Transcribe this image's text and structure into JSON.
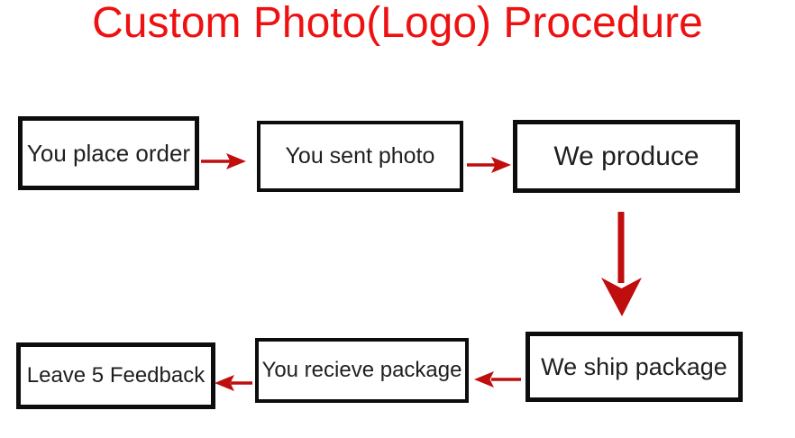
{
  "title": {
    "text": "Custom Photo(Logo) Procedure",
    "color": "#ee1111"
  },
  "colors": {
    "arrow": "#c00d0d",
    "box_border": "#0d0d0d",
    "box_text": "#1f1f1f",
    "background": "#ffffff"
  },
  "flowchart": {
    "steps": [
      {
        "id": "place-order",
        "label": "You place order"
      },
      {
        "id": "sent-photo",
        "label": "You sent photo"
      },
      {
        "id": "produce",
        "label": "We produce"
      },
      {
        "id": "ship-package",
        "label": "We ship package"
      },
      {
        "id": "recieve-package",
        "label": "You recieve package"
      },
      {
        "id": "feedback",
        "label": "Leave 5 Feedback"
      }
    ],
    "connections": [
      {
        "from": "place-order",
        "to": "sent-photo",
        "direction": "right"
      },
      {
        "from": "sent-photo",
        "to": "produce",
        "direction": "right"
      },
      {
        "from": "produce",
        "to": "ship-package",
        "direction": "down"
      },
      {
        "from": "ship-package",
        "to": "recieve-package",
        "direction": "left"
      },
      {
        "from": "recieve-package",
        "to": "feedback",
        "direction": "left"
      }
    ]
  }
}
